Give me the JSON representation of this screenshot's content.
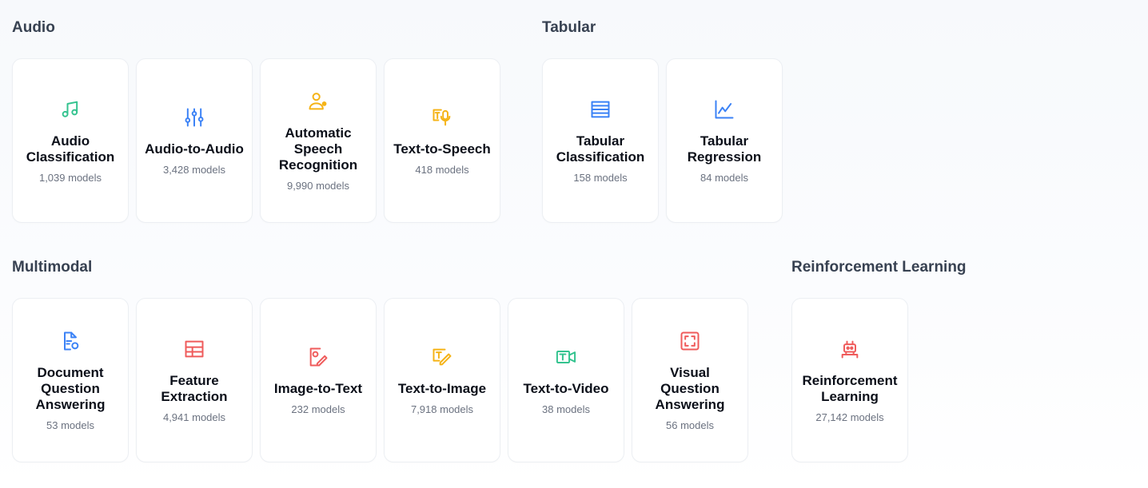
{
  "sections": {
    "audio": {
      "title": "Audio",
      "cards": [
        {
          "title": "Audio Classification",
          "count": "1,039 models",
          "icon": "music-note-icon"
        },
        {
          "title": "Audio-to-Audio",
          "count": "3,428 models",
          "icon": "sliders-icon"
        },
        {
          "title": "Automatic Speech Recognition",
          "count": "9,990 models",
          "icon": "person-speech-icon"
        },
        {
          "title": "Text-to-Speech",
          "count": "418 models",
          "icon": "text-mic-icon"
        }
      ]
    },
    "tabular": {
      "title": "Tabular",
      "cards": [
        {
          "title": "Tabular Classification",
          "count": "158 models",
          "icon": "table-rows-icon"
        },
        {
          "title": "Tabular Regression",
          "count": "84 models",
          "icon": "line-chart-icon"
        }
      ]
    },
    "multimodal": {
      "title": "Multimodal",
      "cards": [
        {
          "title": "Document Question Answering",
          "count": "53 models",
          "icon": "document-search-icon"
        },
        {
          "title": "Feature Extraction",
          "count": "4,941 models",
          "icon": "table-grid-icon"
        },
        {
          "title": "Image-to-Text",
          "count": "232 models",
          "icon": "image-edit-icon"
        },
        {
          "title": "Text-to-Image",
          "count": "7,918 models",
          "icon": "text-image-pencil-icon"
        },
        {
          "title": "Text-to-Video",
          "count": "38 models",
          "icon": "text-video-icon"
        },
        {
          "title": "Visual Question Answering",
          "count": "56 models",
          "icon": "frame-scan-icon"
        }
      ]
    },
    "rl": {
      "title": "Reinforcement Learning",
      "cards": [
        {
          "title": "Reinforcement Learning",
          "count": "27,142 models",
          "icon": "robot-icon"
        }
      ]
    }
  },
  "colors": {
    "green": "#34c38f",
    "blue": "#3b82f6",
    "yellow": "#f5b316",
    "red": "#ef5b5b",
    "count_text": "#6b7280"
  }
}
